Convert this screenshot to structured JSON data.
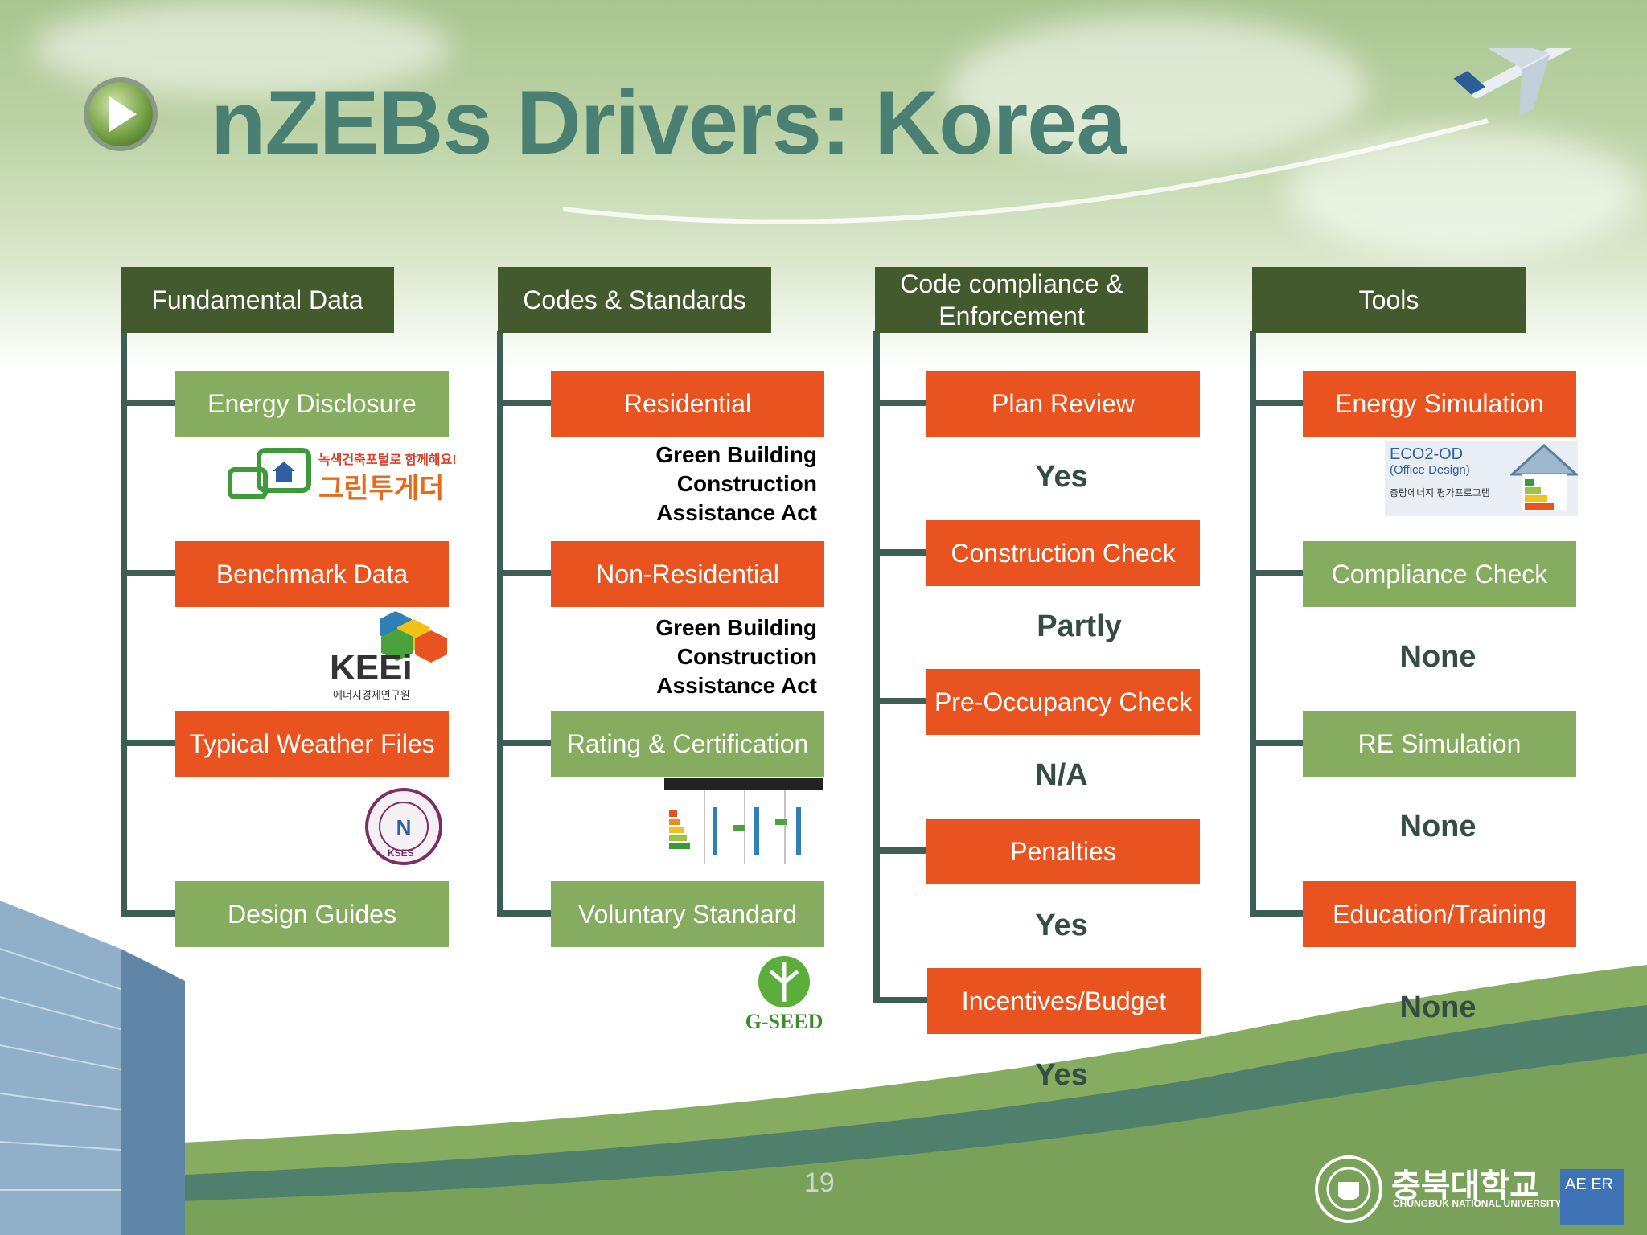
{
  "slide": {
    "title": "nZEBs Drivers: Korea",
    "page_number": "19"
  },
  "columns": [
    {
      "header": "Fundamental Data",
      "items": [
        {
          "label": "Energy Disclosure",
          "color": "green"
        },
        {
          "label": "Benchmark Data",
          "color": "orange"
        },
        {
          "label": "Typical Weather Files",
          "color": "orange"
        },
        {
          "label": "Design Guides",
          "color": "green"
        }
      ],
      "logos": {
        "green_together_small": "녹색건축포털로 함께해요!",
        "green_together_big": "그린투게더",
        "keei": "KEEi",
        "keei_sub": "에너지경제연구원",
        "kses": "KSES"
      }
    },
    {
      "header": "Codes & Standards",
      "items": [
        {
          "label": "Residential",
          "color": "orange",
          "note": "Green Building Construction Assistance Act"
        },
        {
          "label": "Non-Residential",
          "color": "orange",
          "note": "Green Building Construction Assistance Act"
        },
        {
          "label": "Rating & Certification",
          "color": "green"
        },
        {
          "label": "Voluntary Standard",
          "color": "green"
        }
      ],
      "logos": {
        "gseed": "G-SEED"
      }
    },
    {
      "header": "Code compliance & Enforcement",
      "items": [
        {
          "label": "Plan Review",
          "color": "orange",
          "status": "Yes"
        },
        {
          "label": "Construction Check",
          "color": "orange",
          "status": "Partly"
        },
        {
          "label": "Pre-Occupancy Check",
          "color": "orange",
          "status": "N/A"
        },
        {
          "label": "Penalties",
          "color": "orange",
          "status": "Yes"
        },
        {
          "label": "Incentives/Budget",
          "color": "orange",
          "status": "Yes"
        }
      ]
    },
    {
      "header": "Tools",
      "items": [
        {
          "label": "Energy Simulation",
          "color": "orange"
        },
        {
          "label": "Compliance Check",
          "color": "green",
          "status": "None"
        },
        {
          "label": "RE Simulation",
          "color": "green",
          "status": "None"
        },
        {
          "label": "Education/Training",
          "color": "orange",
          "status": "None"
        }
      ],
      "logos": {
        "eco2_title": "ECO2-OD",
        "eco2_sub": "(Office Design)",
        "eco2_kr": "충랑에너지 평가프로그램"
      }
    }
  ],
  "university": {
    "name_kr": "충북대학교",
    "name_en": "CHUNGBUK NATIONAL UNIVERSITY",
    "lab": "AE ER"
  },
  "colors": {
    "header_bg": "#435a2f",
    "orange": "#e9531f",
    "green": "#86ac60",
    "line": "#3c5f55",
    "title": "#4a7f73"
  }
}
